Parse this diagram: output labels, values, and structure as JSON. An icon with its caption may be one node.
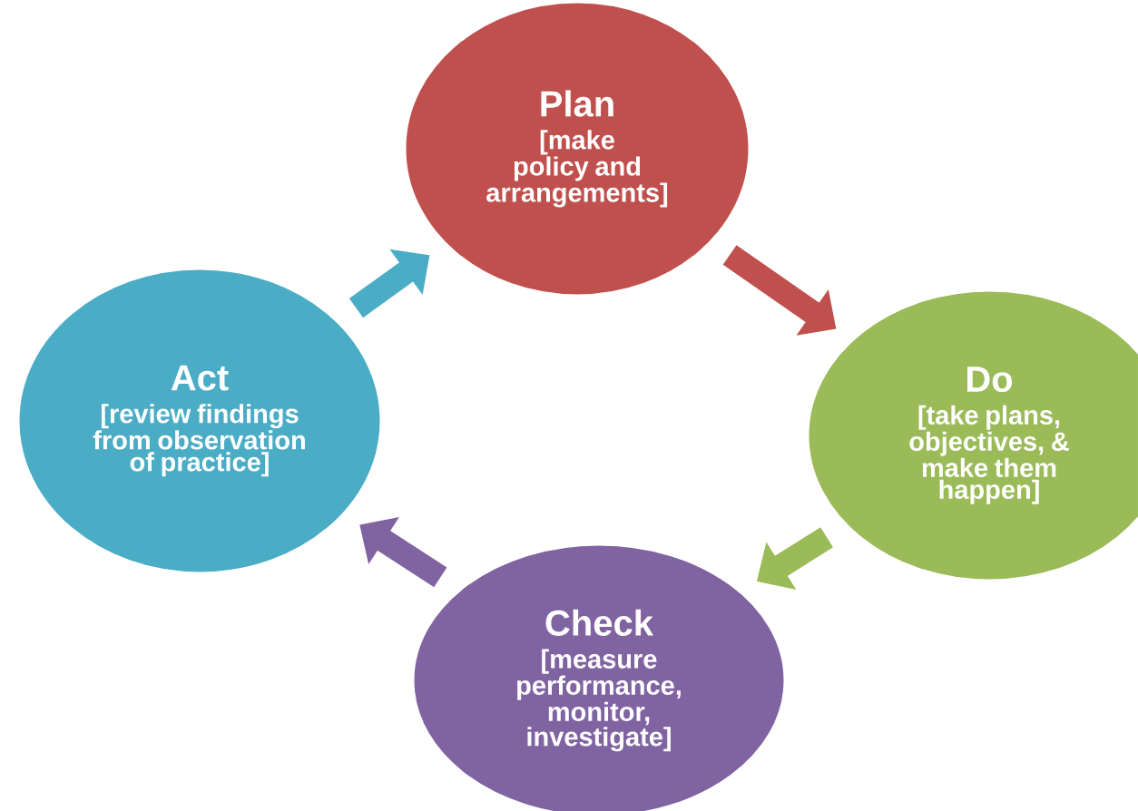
{
  "diagram": {
    "nodes": [
      {
        "text": [
          "Plan",
          "[make policy and arrangements]"
        ]
      },
      {
        "text": [
          "Do",
          "[take plans, objectives,  & make them happen]"
        ]
      },
      {
        "text": [
          "Check",
          "[measure performance, monitor, investigate]"
        ]
      },
      {
        "text": [
          "Act",
          "[review findings from observation of practice]"
        ]
      }
    ],
    "edges": [
      {
        "from": 0,
        "to": 1,
        "arrow": "to",
        "color": "#c0504d"
      },
      {
        "from": 1,
        "to": 2,
        "arrow": "to",
        "color": "#9bbb59"
      },
      {
        "from": 2,
        "to": 3,
        "arrow": "to",
        "color": "#8064a2"
      },
      {
        "from": 3,
        "to": 0,
        "arrow": "to",
        "color": "#4bacc6"
      }
    ]
  }
}
